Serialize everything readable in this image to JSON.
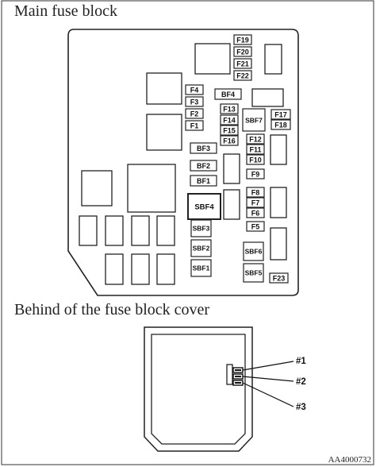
{
  "titles": {
    "main": "Main fuse block",
    "behind": "Behind of the fuse block cover"
  },
  "fuses": {
    "F19": "F19",
    "F20": "F20",
    "F21": "F21",
    "F22": "F22",
    "F4": "F4",
    "F3": "F3",
    "F2": "F2",
    "F1": "F1",
    "BF4": "BF4",
    "BF3": "BF3",
    "BF2": "BF2",
    "BF1": "BF1",
    "F13": "F13",
    "F14": "F14",
    "F15": "F15",
    "F16": "F16",
    "SBF7": "SBF7",
    "F17": "F17",
    "F18": "F18",
    "F12": "F12",
    "F11": "F11",
    "F10": "F10",
    "F9": "F9",
    "F8": "F8",
    "F7": "F7",
    "F6": "F6",
    "F5": "F5",
    "SBF4": "SBF4",
    "SBF3": "SBF3",
    "SBF2": "SBF2",
    "SBF1": "SBF1",
    "SBF6": "SBF6",
    "SBF5": "SBF5",
    "F23": "F23"
  },
  "callouts": {
    "c1": "#1",
    "c2": "#2",
    "c3": "#3"
  },
  "figure_id": "AA4000732"
}
